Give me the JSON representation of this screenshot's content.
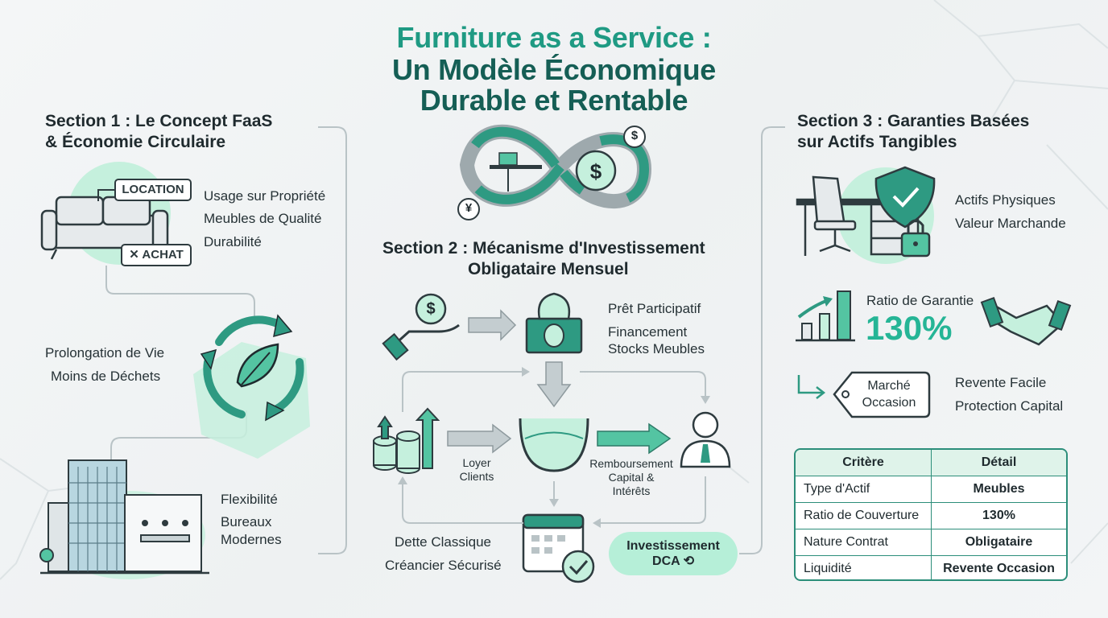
{
  "title": {
    "line1": "Furniture as a Service :",
    "line2": "Un Modèle Économique",
    "line3": "Durable et Rentable"
  },
  "section1": {
    "heading_line1": "Section 1 : Le Concept FaaS",
    "heading_line2": "& Économie Circulaire",
    "tag_location": "LOCATION",
    "tag_achat": "ACHAT",
    "concept_items": [
      "Usage sur Propriété",
      "Meubles de Qualité",
      "Durabilité"
    ],
    "circular_items": [
      "Prolongation de Vie",
      "Moins de Déchets"
    ],
    "office_items": [
      "Flexibilité",
      "Bureaux",
      "Modernes"
    ]
  },
  "section2": {
    "heading_line1": "Section 2 : Mécanisme d'Investissement",
    "heading_line2": "Obligataire Mensuel",
    "loan_items": [
      "Prêt Participatif",
      "Financement",
      "Stocks Meubles"
    ],
    "rent_label": [
      "Loyer",
      "Clients"
    ],
    "repayment_label": [
      "Remboursement",
      "Capital &",
      "Intérêts"
    ],
    "debt_items": [
      "Dette Classique",
      "Créancier Sécurisé"
    ],
    "dca_label": [
      "Investissement",
      "DCA"
    ]
  },
  "section3": {
    "heading_line1": "Section 3 : Garanties Basées",
    "heading_line2": "sur Actifs Tangibles",
    "asset_items": [
      "Actifs Physiques",
      "Valeur Marchande"
    ],
    "ratio_label": "Ratio de Garantie",
    "ratio_value": "130%",
    "market_tag": [
      "Marché",
      "Occasion"
    ],
    "resale_items": [
      "Revente Facile",
      "Protection Capital"
    ],
    "table": {
      "headers": [
        "Critère",
        "Détail"
      ],
      "rows": [
        [
          "Type d'Actif",
          "Meubles"
        ],
        [
          "Ratio de Couverture",
          "130%"
        ],
        [
          "Nature Contrat",
          "Obligataire"
        ],
        [
          "Liquidité",
          "Revente Occasion"
        ]
      ]
    }
  },
  "icons": {
    "currency_symbol": "$",
    "yen_symbol": "¥",
    "close_symbol": "✕",
    "refresh_symbol": "⟲"
  },
  "colors": {
    "primary_green": "#2e9a82",
    "dark_green": "#155e55",
    "light_green": "#c5f0dd",
    "accent_green": "#25b596",
    "gray_arrow": "#a9b4b8"
  }
}
